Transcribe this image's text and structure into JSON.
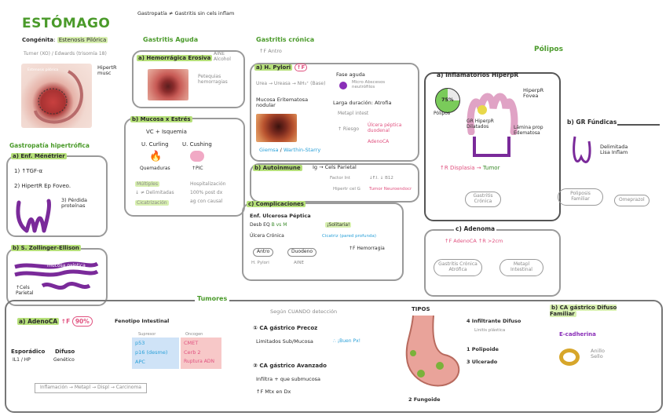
{
  "header": {
    "title": "ESTÓMAGO",
    "top_note": "Gastropatía ≠ Gastritis sin cels inflam"
  },
  "congenita": {
    "label": "Congénita",
    "value": "Estenosis Pilórica",
    "trisomy": "Turner (XO) / Edwards (trisomía 18)",
    "image_note": "HipertR musc",
    "image_inner": "Estenosis pilórica"
  },
  "hipertrofica": {
    "title": "Gastropatía hipertrófica",
    "menetrier_title": "a) Enf. Ménétrier",
    "items": [
      "1) ↑TGF-α",
      "2) HipertR Ep Foveo.",
      "3) Pérdida proteínas"
    ]
  },
  "zollinger": {
    "title": "b) S. Zollinger-Ellison",
    "label1": "mucosa oxíntica",
    "label2": "↑Cels Parietal"
  },
  "aguda": {
    "title": "Gastritis Aguda",
    "a_title": "a) Hemorrágica Erosiva",
    "a_note": "AINE Alcohol",
    "a_desc": "Petequias hemorragias",
    "b_title": "b) Mucosa x Estrés",
    "b_sub": "VC + Isquemia",
    "curling": "U. Curling",
    "cushing": "U. Cushing",
    "quemaduras": "Quemaduras",
    "ptic": "↑PIC",
    "multiples": "Múltiples",
    "desc1": "Hospitalización",
    "desc2": "↓ ≠ Delimitadas",
    "desc3": "100% post dx",
    "desc4": "Cicatrización",
    "desc5": "ag con causal"
  },
  "cronica": {
    "title": "Gastritis crónica",
    "antro": "↑F Antro",
    "a_title": "a) H. Pylori",
    "a_badge": "↑F",
    "ureasa": "Urea → Ureasa → NH₃⁺ (Base)",
    "mucosa_eritema": "Mucosa Eritematosa nodular",
    "fase_aguda": "Fase aguda",
    "fase_aguda_desc": "Micro Abscesos neutrófilos",
    "larga_duracion": "Larga duración: Atrofia",
    "metapl": "Metapl intest",
    "ulcera": "Úlcera péptica duodenal",
    "adenoca": "AdenoCA",
    "riesgo": "↑ Riesgo",
    "giemsa": "Giemsa",
    "warthin": "Warthin-Starry",
    "b_title": "b) Autoinmune",
    "b_desc": "Ig → Cels Parietal",
    "factor_int": "Factor Int",
    "cel_g": "Hipertr cel G",
    "b12": "↓F.I. ↓ B12",
    "tumor_neuro": "Tumor Neuroendocr",
    "c_title": "c) Complicaciones",
    "ulcerosa": "Enf. Ulcerosa Péptica",
    "desbalance": "Desb EQ",
    "bienv": "B vs M",
    "solitaria": "¡Solitaria!",
    "ulcera_cronica": "Úlcera Crónica",
    "cicatriz": "Cicatriz (pared profunda)",
    "antro2": "Antro",
    "duodeno": "Duodeno",
    "hpylori": "H. Pylori",
    "aine": "AINE",
    "hemorragia": "↑F Hemorragia"
  },
  "polipos": {
    "title": "Pólipos",
    "a_title": "a) Inflamatorios HiperpR",
    "percent": "75%",
    "polipos_label": "Pólipos",
    "gr_hiperpl": "GR HiperpR Dilatados",
    "lamina": "Lámina prop Edematosa",
    "hiperpl_fovea": "HiperpR Fovea",
    "displasia": "Displasia",
    "tumor": "Tumor",
    "riesgo": "↑R",
    "gastritis_cronica": "Gastritis Crónica",
    "b_title": "b) GR Fúndicas",
    "b_desc": "Delimitada Lisa Inflam",
    "poliposis": "Poliposis Familiar",
    "omeprazol": "Omeprazol",
    "c_title": "c) Adenoma",
    "c_desc": "↑F AdenoCA   ↑R >2cm",
    "c1": "Gastritis Crónica Atrófica",
    "c2": "Metapl Intestinal"
  },
  "tumores": {
    "title": "Tumores",
    "adenoca": "a) AdenoCA",
    "pct": "90%",
    "freq": "↑F",
    "fenotipo": "Fenotipo Intestinal",
    "supresor": "Supresor",
    "oncogen": "Oncogen",
    "sup_list": [
      "p53",
      "p16 (desme)",
      "APC"
    ],
    "onco_list": [
      "CMET",
      "Cerb 2",
      "Ruptura ADN"
    ],
    "esporadico": "Esporádico",
    "esporadico_sub": "IL1 / HP",
    "difuso": "Difuso",
    "difuso_sub": "Genético",
    "sequence": "Inflamación → Metapl → Displ → Carcinoma",
    "segun": "Según CUANDO detección",
    "precoz": "① CA gástrico Precoz",
    "precoz_desc": "Limitados Sub/Mucosa",
    "precoz_note": "∴ ¡Buen Px!",
    "avanzado": "② CA gástrico Avanzado",
    "avanzado_desc1": "Infiltra + que submucosa",
    "avanzado_desc2": "↑F Mtx en Dx",
    "tipos": "TIPOS",
    "infiltrante": "4 Infiltrante Difuso",
    "linitis": "Linitis plástica",
    "poliploide": "1 Polipoide",
    "ulcerado": "3 Ulcerado",
    "fungoide": "2 Fungoide",
    "difuso_fam": "b) CA gástrico Difuso Familiar",
    "ecad": "E-cadherina",
    "anillo": "Anillo Sello"
  }
}
